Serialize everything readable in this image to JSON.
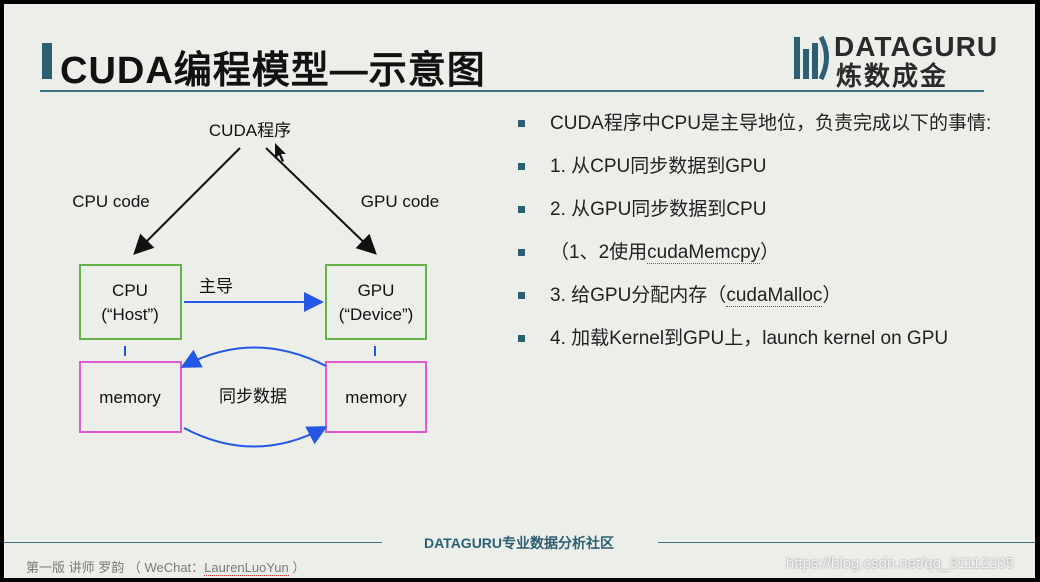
{
  "title": "CUDA编程模型—示意图",
  "logo": {
    "top_text": "DATAGURU",
    "bottom_text": "炼数成金",
    "mark_icon": "bars-logo-icon"
  },
  "diagram": {
    "program_label": "CUDA程序",
    "cpu_code_label": "CPU code",
    "gpu_code_label": "GPU code",
    "cpu_box_line1": "CPU",
    "cpu_box_line2": "(“Host”)",
    "gpu_box_line1": "GPU",
    "gpu_box_line2": "(“Device”)",
    "lead_label": "主导",
    "memory_left": "memory",
    "memory_right": "memory",
    "sync_label": "同步数据",
    "colors": {
      "box_green": "#66b24a",
      "box_pink": "#e05bd2",
      "arrow_blue": "#2457e6",
      "arrow_black": "#111111"
    }
  },
  "bullets": [
    {
      "text": "CUDA程序中CPU是主导地位，负责完成以下的事情:"
    },
    {
      "text": "1. 从CPU同步数据到GPU"
    },
    {
      "text": "2. 从GPU同步数据到CPU"
    },
    {
      "pre": "（1、2使用",
      "emph": "cudaMemcpy",
      "post": "）"
    },
    {
      "pre": "3. 给GPU分配内存（",
      "emph": "cudaMalloc",
      "post": "）"
    },
    {
      "text": "4. 加载Kernel到GPU上，launch kernel on GPU"
    }
  ],
  "footer": {
    "center": "DATAGURU专业数据分析社区",
    "left_pre": "第一版 讲师 罗韵 （ WeChat：",
    "left_emph": "LaurenLuoYun",
    "left_post": " ）",
    "watermark": "https://blog.csdn.net/qq_31112205"
  }
}
